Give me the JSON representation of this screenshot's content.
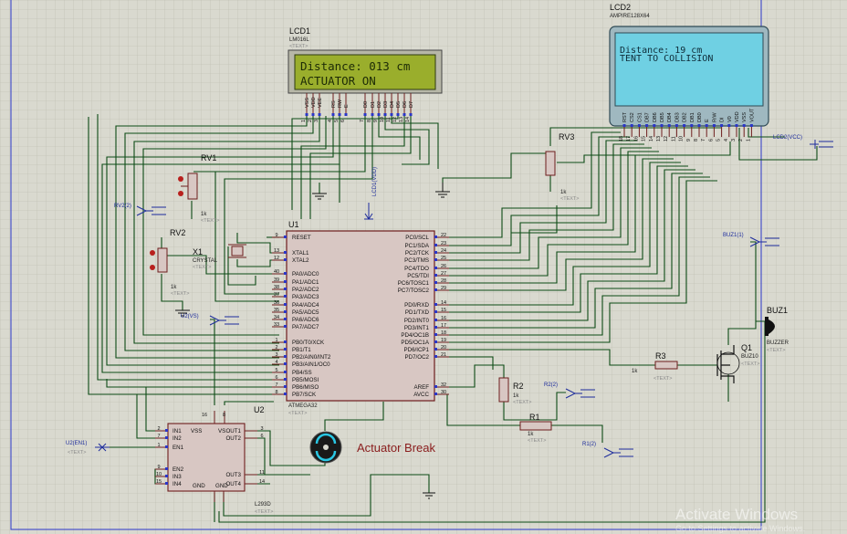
{
  "lcd1": {
    "ref": "LCD1",
    "part": "LM016L",
    "text_tag": "<TEXT>",
    "line1": "Distance: 013 cm",
    "line2": "ACTUATOR ON",
    "pins": [
      "VSS",
      "VDD",
      "VEE",
      "RS",
      "RW",
      "E",
      "D0",
      "D1",
      "D2",
      "D3",
      "D4",
      "D5",
      "D6",
      "D7"
    ],
    "pin_nums": [
      "1",
      "2",
      "3",
      "4",
      "5",
      "6",
      "7",
      "8",
      "9",
      "10",
      "11",
      "12",
      "13",
      "14"
    ],
    "net_label": "LCD1(VDD)",
    "colors": {
      "screen": "#9aae2c",
      "frame": "#2e3b10"
    }
  },
  "lcd2": {
    "ref": "LCD2",
    "part": "AMPIRE128X64",
    "line1": "Distance:  19 cm",
    "line2": "TENT TO COLLISION",
    "pins": [
      "RST",
      "CS2",
      "CS1",
      "DB7",
      "DB6",
      "DB5",
      "DB4",
      "DB3",
      "DB2",
      "DB1",
      "DB0",
      "E",
      "R/W",
      "DI",
      "V0",
      "VDD",
      "VSS",
      "VOUT"
    ],
    "pin_nums": [
      "18",
      "17",
      "16",
      "15",
      "14",
      "13",
      "12",
      "11",
      "10",
      "9",
      "8",
      "7",
      "6",
      "5",
      "4",
      "3",
      "2",
      "1"
    ],
    "net_label": "LCD2(VCC)",
    "colors": {
      "screen": "#6fd0e3",
      "frame": "#2f4a55"
    }
  },
  "u1": {
    "ref": "U1",
    "part": "ATMEGA32",
    "text_tag": "<TEXT>",
    "left_pins": [
      {
        "name": "RESET",
        "num": "9"
      },
      {
        "name": "XTAL1",
        "num": "13"
      },
      {
        "name": "XTAL2",
        "num": "12"
      },
      {
        "name": "PA0/ADC0",
        "num": "40"
      },
      {
        "name": "PA1/ADC1",
        "num": "39"
      },
      {
        "name": "PA2/ADC2",
        "num": "38"
      },
      {
        "name": "PA3/ADC3",
        "num": "37"
      },
      {
        "name": "PA4/ADC4",
        "num": "36"
      },
      {
        "name": "PA5/ADC5",
        "num": "35"
      },
      {
        "name": "PA6/ADC6",
        "num": "34"
      },
      {
        "name": "PA7/ADC7",
        "num": "33"
      },
      {
        "name": "PB0/T0/XCK",
        "num": "1"
      },
      {
        "name": "PB1/T1",
        "num": "2"
      },
      {
        "name": "PB2/AIN0/INT2",
        "num": "3"
      },
      {
        "name": "PB3/AIN1/OC0",
        "num": "4"
      },
      {
        "name": "PB4/SS",
        "num": "5"
      },
      {
        "name": "PB5/MOSI",
        "num": "6"
      },
      {
        "name": "PB6/MISO",
        "num": "7"
      },
      {
        "name": "PB7/SCK",
        "num": "8"
      }
    ],
    "right_pins": [
      {
        "name": "PC0/SCL",
        "num": "22"
      },
      {
        "name": "PC1/SDA",
        "num": "23"
      },
      {
        "name": "PC2/TCK",
        "num": "24"
      },
      {
        "name": "PC3/TMS",
        "num": "25"
      },
      {
        "name": "PC4/TDO",
        "num": "26"
      },
      {
        "name": "PC5/TDI",
        "num": "27"
      },
      {
        "name": "PC6/TOSC1",
        "num": "28"
      },
      {
        "name": "PC7/TOSC2",
        "num": "29"
      },
      {
        "name": "PD0/RXD",
        "num": "14"
      },
      {
        "name": "PD1/TXD",
        "num": "15"
      },
      {
        "name": "PD2/INT0",
        "num": "16"
      },
      {
        "name": "PD3/INT1",
        "num": "17"
      },
      {
        "name": "PD4/OC1B",
        "num": "18"
      },
      {
        "name": "PD5/OC1A",
        "num": "19"
      },
      {
        "name": "PD6/ICP1",
        "num": "20"
      },
      {
        "name": "PD7/OC2",
        "num": "21"
      },
      {
        "name": "AREF",
        "num": "32"
      },
      {
        "name": "AVCC",
        "num": "30"
      }
    ]
  },
  "u2": {
    "ref": "U2",
    "part": "L293D",
    "text_tag": "<TEXT>",
    "left_pins": [
      {
        "name": "IN1",
        "num": "2"
      },
      {
        "name": "IN2",
        "num": "7"
      },
      {
        "name": "EN1",
        "num": "1"
      },
      {
        "name": "EN2",
        "num": "9"
      },
      {
        "name": "IN3",
        "num": "10"
      },
      {
        "name": "IN4",
        "num": "15"
      }
    ],
    "right_pins": [
      {
        "name": "OUT1",
        "num": "3"
      },
      {
        "name": "OUT2",
        "num": "6"
      },
      {
        "name": "OUT3",
        "num": "11"
      },
      {
        "name": "OUT4",
        "num": "14"
      }
    ],
    "top_labels": [
      "VSS",
      "VS"
    ],
    "top_nums": [
      "16",
      "8"
    ],
    "bottom_labels": [
      "GND",
      "GND"
    ],
    "net_label": "U2(VS)",
    "en_label": "U2(EN1)"
  },
  "rv1": {
    "ref": "RV1",
    "value": "1k",
    "text_tag": "<TEXT>"
  },
  "rv2": {
    "ref": "RV2",
    "value": "1k",
    "text_tag": "<TEXT>",
    "net_label": "RV2(2)"
  },
  "rv3": {
    "ref": "RV3",
    "value": "1k",
    "text_tag": "<TEXT>"
  },
  "x1": {
    "ref": "X1",
    "part": "CRYSTAL",
    "text_tag": "<TEXT>"
  },
  "r1": {
    "ref": "R1",
    "value": "1k",
    "text_tag": "<TEXT>",
    "net_label": "R1(2)"
  },
  "r2": {
    "ref": "R2",
    "value": "1k",
    "text_tag": "<TEXT>",
    "net_label": "R2(2)"
  },
  "r3": {
    "ref": "R3",
    "value": "1k",
    "text_tag": "<TEXT>"
  },
  "q1": {
    "ref": "Q1",
    "part": "BUZ10",
    "text_tag": "<TEXT>"
  },
  "buz1": {
    "ref": "BUZ1",
    "part": "BUZZER",
    "text_tag": "<TEXT>",
    "net_label": "BUZ1(1)"
  },
  "motor": {
    "label": "Actuator Break"
  },
  "watermark": {
    "line1": "Activate Windows",
    "line2": "Go to Settings to activate Windows."
  }
}
